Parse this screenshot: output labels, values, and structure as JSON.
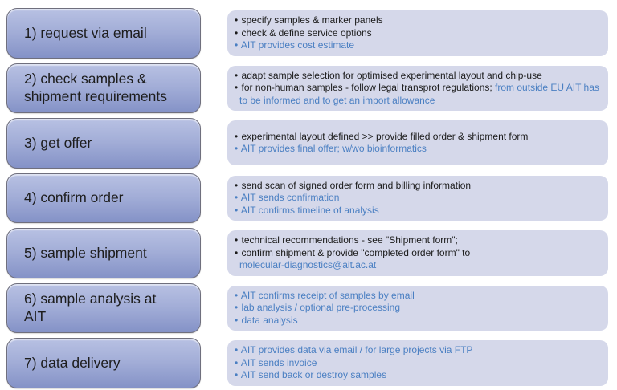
{
  "colors": {
    "background": "#ffffff",
    "box_gradient_top": "#b8c1e3",
    "box_gradient_bottom": "#8492c7",
    "box_border": "#6f6f7d",
    "panel_background": "#d5d8ea",
    "text_dark": "#1b1b1b",
    "text_blue": "#4a7fc2",
    "label_color": "#1d1d1d"
  },
  "icons": {
    "bullet": "•"
  },
  "steps": [
    {
      "label": "1) request via email",
      "bullets": [
        {
          "bullet_color": "dark",
          "segments": [
            {
              "text": "specify samples & marker panels",
              "color": "dark"
            }
          ]
        },
        {
          "bullet_color": "dark",
          "segments": [
            {
              "text": "check & define service options",
              "color": "dark"
            }
          ]
        },
        {
          "bullet_color": "blue",
          "segments": [
            {
              "text": "AIT provides cost estimate",
              "color": "blue"
            }
          ]
        }
      ]
    },
    {
      "label": "2) check samples & shipment requirements",
      "bullets": [
        {
          "bullet_color": "dark",
          "segments": [
            {
              "text": "adapt sample selection for optimised experimental layout and chip-use",
              "color": "dark"
            }
          ]
        },
        {
          "bullet_color": "dark",
          "segments": [
            {
              "text": "for non-human samples  - follow legal transprot regulations; ",
              "color": "dark"
            },
            {
              "text": "from outside EU AIT has to be informed and to get an import allowance",
              "color": "blue"
            }
          ]
        }
      ]
    },
    {
      "label": "3) get offer",
      "bullets": [
        {
          "bullet_color": "dark",
          "segments": [
            {
              "text": "experimental layout defined >>  provide filled order & shipment form",
              "color": "dark"
            }
          ]
        },
        {
          "bullet_color": "blue",
          "segments": [
            {
              "text": "AIT provides final offer; w/wo bioinformatics",
              "color": "blue"
            }
          ]
        }
      ]
    },
    {
      "label": "4) confirm order",
      "bullets": [
        {
          "bullet_color": "dark",
          "segments": [
            {
              "text": "send scan of signed order form and billing information",
              "color": "dark"
            }
          ]
        },
        {
          "bullet_color": "blue",
          "segments": [
            {
              "text": "AIT sends confirmation",
              "color": "blue"
            }
          ]
        },
        {
          "bullet_color": "blue",
          "segments": [
            {
              "text": "AIT confirms timeline of analysis",
              "color": "blue"
            }
          ]
        }
      ]
    },
    {
      "label": "5) sample shipment",
      "bullets": [
        {
          "bullet_color": "dark",
          "segments": [
            {
              "text": "technical recommendations - see \"Shipment form\";",
              "color": "dark"
            }
          ]
        },
        {
          "bullet_color": "dark",
          "segments": [
            {
              "text": "confirm shipment & provide \"completed order form\" to",
              "color": "dark"
            },
            {
              "text": "molecular-diagnostics@ait.ac.at",
              "color": "blue",
              "block": true
            }
          ]
        }
      ]
    },
    {
      "label": "6) sample analysis at AIT",
      "bullets": [
        {
          "bullet_color": "blue",
          "segments": [
            {
              "text": "AIT confirms receipt of samples by email",
              "color": "blue"
            }
          ]
        },
        {
          "bullet_color": "blue",
          "segments": [
            {
              "text": "lab analysis / optional pre-processing",
              "color": "blue"
            }
          ]
        },
        {
          "bullet_color": "blue",
          "segments": [
            {
              "text": "data analysis",
              "color": "blue"
            }
          ]
        }
      ]
    },
    {
      "label": "7) data delivery",
      "bullets": [
        {
          "bullet_color": "blue",
          "segments": [
            {
              "text": "AIT provides data via email / for large projects via FTP",
              "color": "blue"
            }
          ]
        },
        {
          "bullet_color": "blue",
          "segments": [
            {
              "text": "AIT sends invoice",
              "color": "blue"
            }
          ]
        },
        {
          "bullet_color": "blue",
          "segments": [
            {
              "text": "AIT send back or destroy samples",
              "color": "blue"
            }
          ]
        }
      ]
    }
  ]
}
